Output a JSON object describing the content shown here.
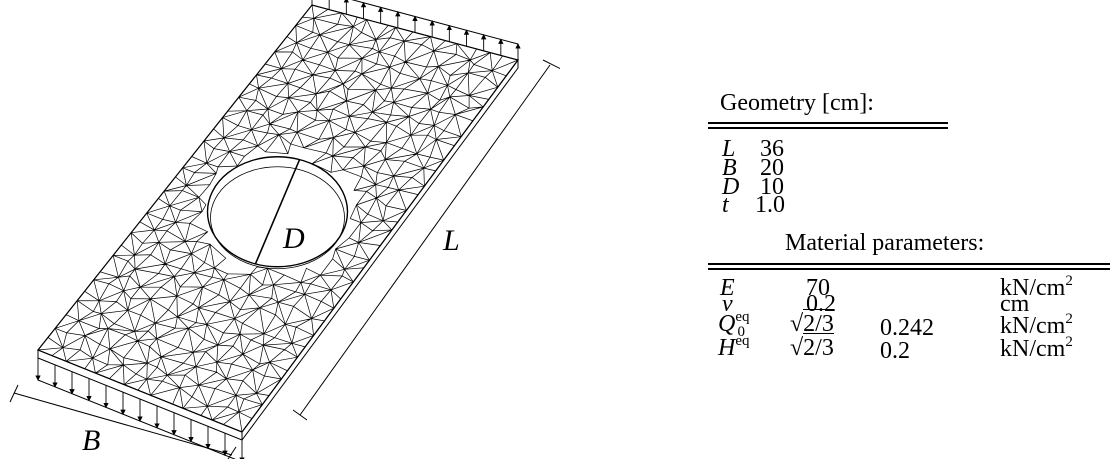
{
  "figure": {
    "label_L": "L",
    "label_B": "B",
    "label_D": "D"
  },
  "geometry": {
    "title": "Geometry [cm]:",
    "rows": [
      {
        "sym": "L",
        "value": "36"
      },
      {
        "sym": "B",
        "value": "20"
      },
      {
        "sym": "D",
        "value": "10"
      },
      {
        "sym": "t",
        "value": "1.0"
      }
    ]
  },
  "material": {
    "title": "Material parameters:",
    "rows": [
      {
        "sym": "E",
        "sup": "",
        "sub": "",
        "sqrt": "",
        "value": "70",
        "unit": "kN/cm",
        "unit_sup": "2"
      },
      {
        "sym": "ν",
        "sup": "",
        "sub": "",
        "sqrt": "",
        "value": "0.2",
        "unit": "cm",
        "unit_sup": ""
      },
      {
        "sym": "Q",
        "sup": "eq",
        "sub": "0",
        "sqrt": "2/3",
        "value": "0.242",
        "unit": "kN/cm",
        "unit_sup": "2"
      },
      {
        "sym": "H",
        "sup": "eq",
        "sub": "",
        "sqrt": "2/3",
        "value": "0.2",
        "unit": "kN/cm",
        "unit_sup": "2"
      }
    ]
  }
}
